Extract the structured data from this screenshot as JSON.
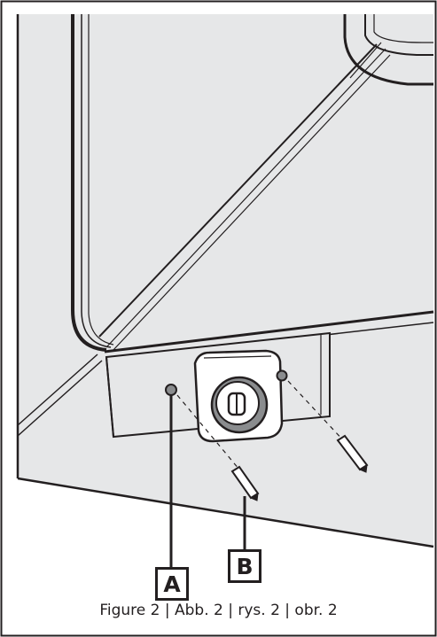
{
  "figure": {
    "callout_a": "A",
    "callout_b": "B",
    "caption": "Figure 2 | Abb. 2 | rys. 2 | obr. 2"
  },
  "colors": {
    "panel_fill": "#e6e7e8",
    "outline": "#231f20",
    "lock_fill": "#8a8c8e",
    "background": "#ffffff"
  }
}
